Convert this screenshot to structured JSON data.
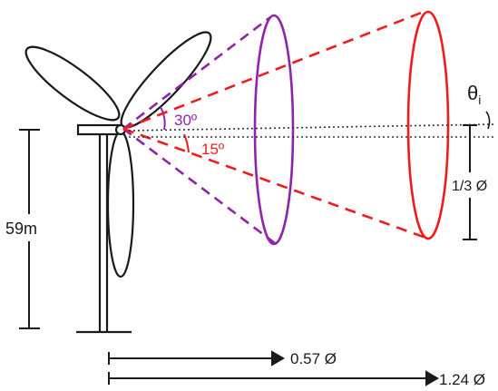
{
  "labels": {
    "angle_outer": "30º",
    "angle_inner": "15º",
    "height": "59m",
    "theta_main": "θ",
    "theta_sub": "i",
    "offset": "1/3 Ø",
    "dist_near": "0.57 Ø",
    "dist_far": "1.24 Ø"
  },
  "colors": {
    "outer_cone": "#8e24aa",
    "inner_cone": "#f01c1c",
    "turbine": "#1a1a1a"
  }
}
